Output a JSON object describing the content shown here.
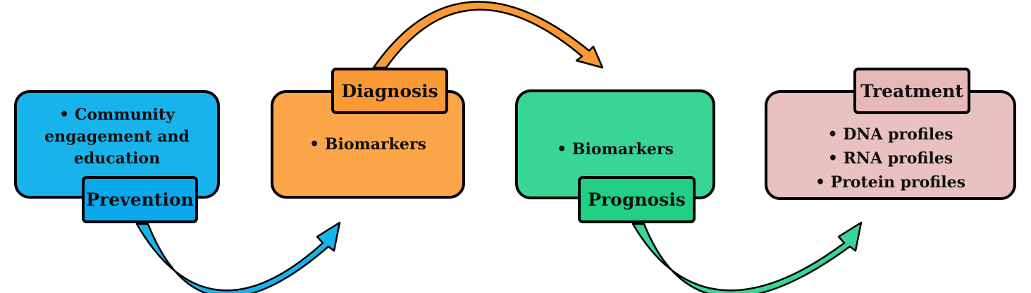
{
  "stages": [
    {
      "id": "prevention",
      "label": "Prevention",
      "items": [
        "• Community engagement and education"
      ],
      "color": "#19B3EC",
      "tag_color": "#0AA8EC"
    },
    {
      "id": "diagnosis",
      "label": "Diagnosis",
      "items": [
        "• Biomarkers"
      ],
      "color": "#FCA549",
      "tag_color": "#F99A37"
    },
    {
      "id": "prognosis",
      "label": "Prognosis",
      "items": [
        "• Biomarkers"
      ],
      "color": "#38D597",
      "tag_color": "#22CF85"
    },
    {
      "id": "treatment",
      "label": "Treatment",
      "items": [
        "• DNA profiles",
        "• RNA profiles",
        "• Protein profiles"
      ],
      "color": "#E8C1C0",
      "tag_color": "#E6B8B8"
    }
  ],
  "arrows": [
    {
      "name": "prevention-to-diagnosis-arrow",
      "color": "#19B3EC"
    },
    {
      "name": "diagnosis-to-prognosis-arrow",
      "color": "#F99A37"
    },
    {
      "name": "prognosis-to-treatment-arrow",
      "color": "#38D597"
    }
  ]
}
